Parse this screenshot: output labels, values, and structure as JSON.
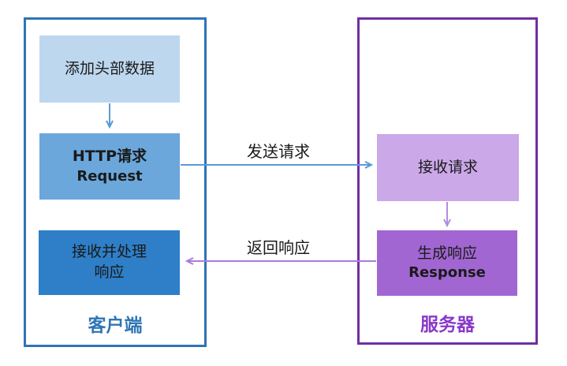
{
  "client": {
    "label": "客户端",
    "box_add_header": "添加头部数据",
    "box_request_line1": "HTTP请求",
    "box_request_line2": "Request",
    "box_receive_line1": "接收并处理",
    "box_receive_line2": "响应"
  },
  "server": {
    "label": "服务器",
    "box_receive": "接收请求",
    "box_response_line1": "生成响应",
    "box_response_line2": "Response"
  },
  "arrows": {
    "send_label": "发送请求",
    "return_label": "返回响应"
  },
  "colors": {
    "client_border": "#2E74B5",
    "client_box_light": "#BDD7EE",
    "client_box_medium": "#6BA7DB",
    "client_box_strong": "#2E7FC8",
    "client_label_text": "#2E75B6",
    "server_border": "#7030A0",
    "server_box_light": "#CBA8E8",
    "server_box_strong": "#A266D2",
    "server_label_text": "#8838C8",
    "arrow_blue": "#5B9BD5",
    "arrow_purple": "#A97CDB",
    "arrow_purple_light": "#B48CE2",
    "box_text": "#1a1a1a"
  }
}
